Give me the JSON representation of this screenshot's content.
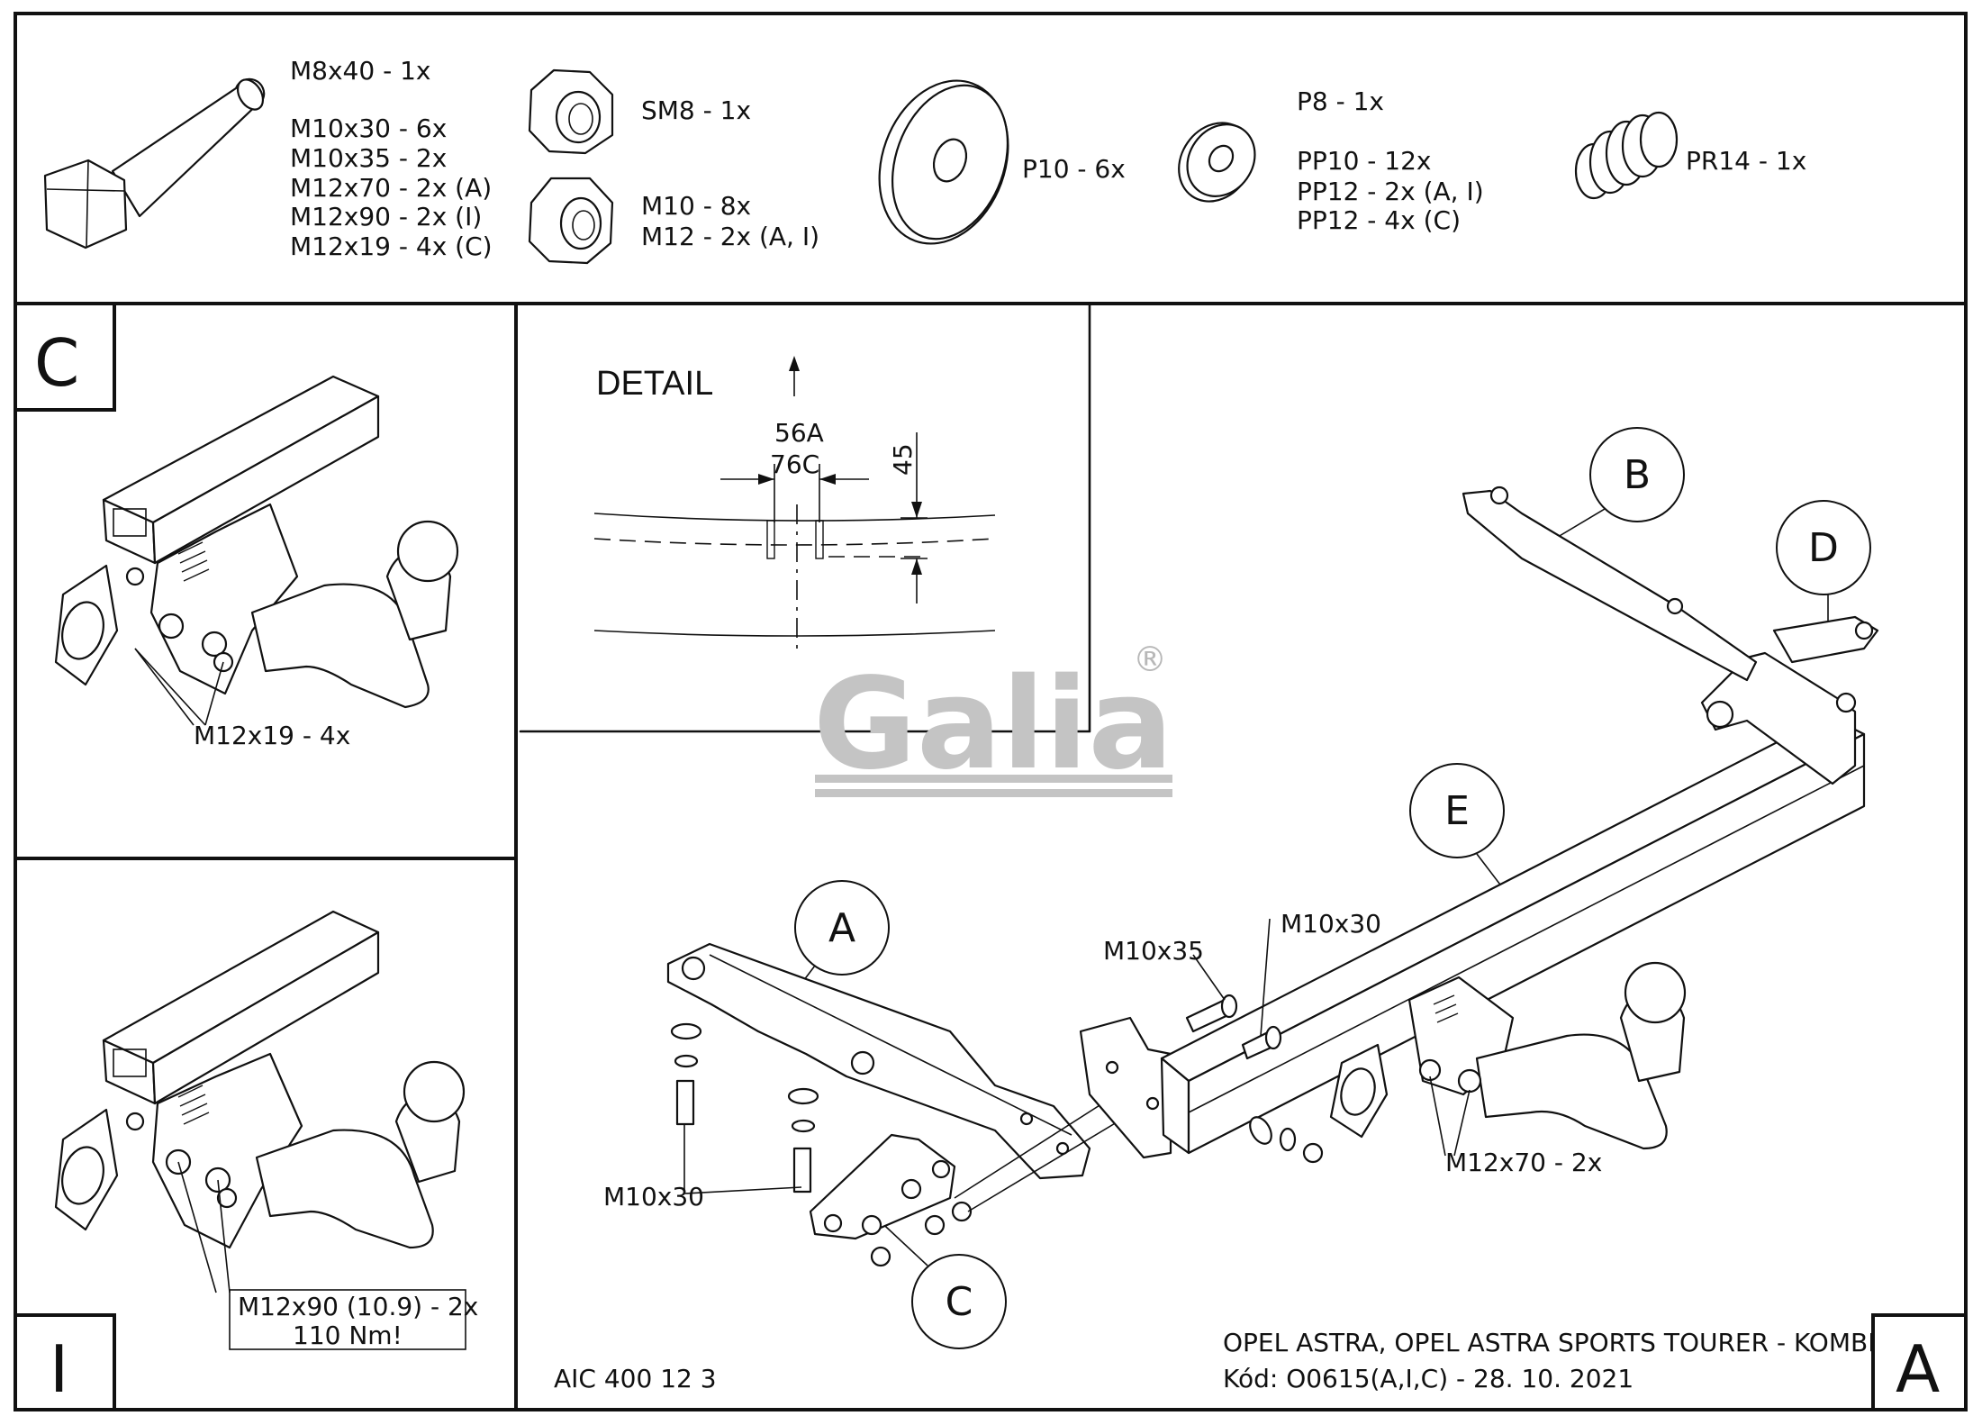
{
  "hardware": {
    "bolts": [
      "M8x40 - 1x",
      "M10x30 - 6x",
      "M10x35 - 2x",
      "M12x70 - 2x (A)",
      "M12x90 - 2x (I)",
      "M12x19 - 4x (C)"
    ],
    "nut_sm8": "SM8 - 1x",
    "nuts": [
      "M10 - 8x",
      "M12 - 2x (A, I)"
    ],
    "washer_p10": "P10 - 6x",
    "washers": [
      "P8 - 1x",
      "PP10 - 12x",
      "PP12 - 2x (A, I)",
      "PP12 - 4x (C)"
    ],
    "spring": "PR14 - 1x"
  },
  "panel_c": {
    "letter": "C",
    "label": "M12x19 - 4x"
  },
  "panel_i": {
    "letter": "I",
    "label_line1": "M12x90 (10.9) - 2x",
    "label_line2": "110 Nm!"
  },
  "detail": {
    "title": "DETAIL",
    "dim_a": "56A",
    "dim_c": "76C",
    "dim_v": "45"
  },
  "logo": {
    "text": "Galia",
    "mark": "®"
  },
  "main": {
    "letter": "A",
    "callouts": [
      "A",
      "B",
      "C",
      "D",
      "E"
    ],
    "labels": {
      "m10x35": "M10x35",
      "m10x30_top": "M10x30",
      "m10x30_left": "M10x30",
      "m12x70": "M12x70 - 2x"
    },
    "title_line1": "OPEL ASTRA, OPEL ASTRA SPORTS TOURER - KOMBI",
    "title_line2": "Kód: O0615(A,I,C) - 28. 10. 2021",
    "code": "AIC 400 12 3"
  }
}
